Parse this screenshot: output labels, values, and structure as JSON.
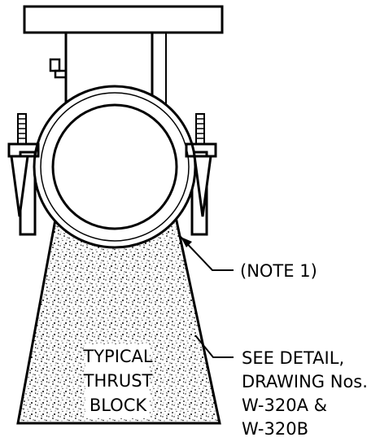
{
  "drawing": {
    "labels": {
      "note": "(NOTE 1)",
      "see_detail": [
        "SEE DETAIL,",
        "DRAWING Nos.",
        "W-320A &",
        "W-320B"
      ],
      "block": [
        "TYPICAL",
        "THRUST",
        "BLOCK"
      ]
    },
    "colors": {
      "ink": "#000000",
      "paper": "#ffffff"
    }
  }
}
